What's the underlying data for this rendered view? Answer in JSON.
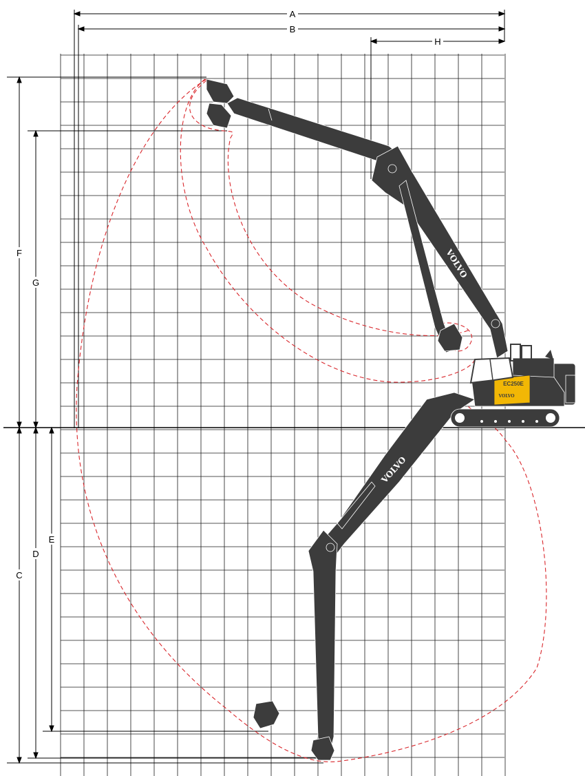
{
  "dimension_labels": {
    "a": "A",
    "b": "B",
    "c": "C",
    "d": "D",
    "e": "E",
    "f": "F",
    "g": "G",
    "h": "H"
  },
  "brand": {
    "boom_text": "VOLVO",
    "model": "EC250E",
    "cab_text": "VOLVO"
  },
  "colors": {
    "grid": "#1a1a1a",
    "machine": "#3c3c3c",
    "accent": "#f2b705",
    "envelope": "#d9262b"
  }
}
